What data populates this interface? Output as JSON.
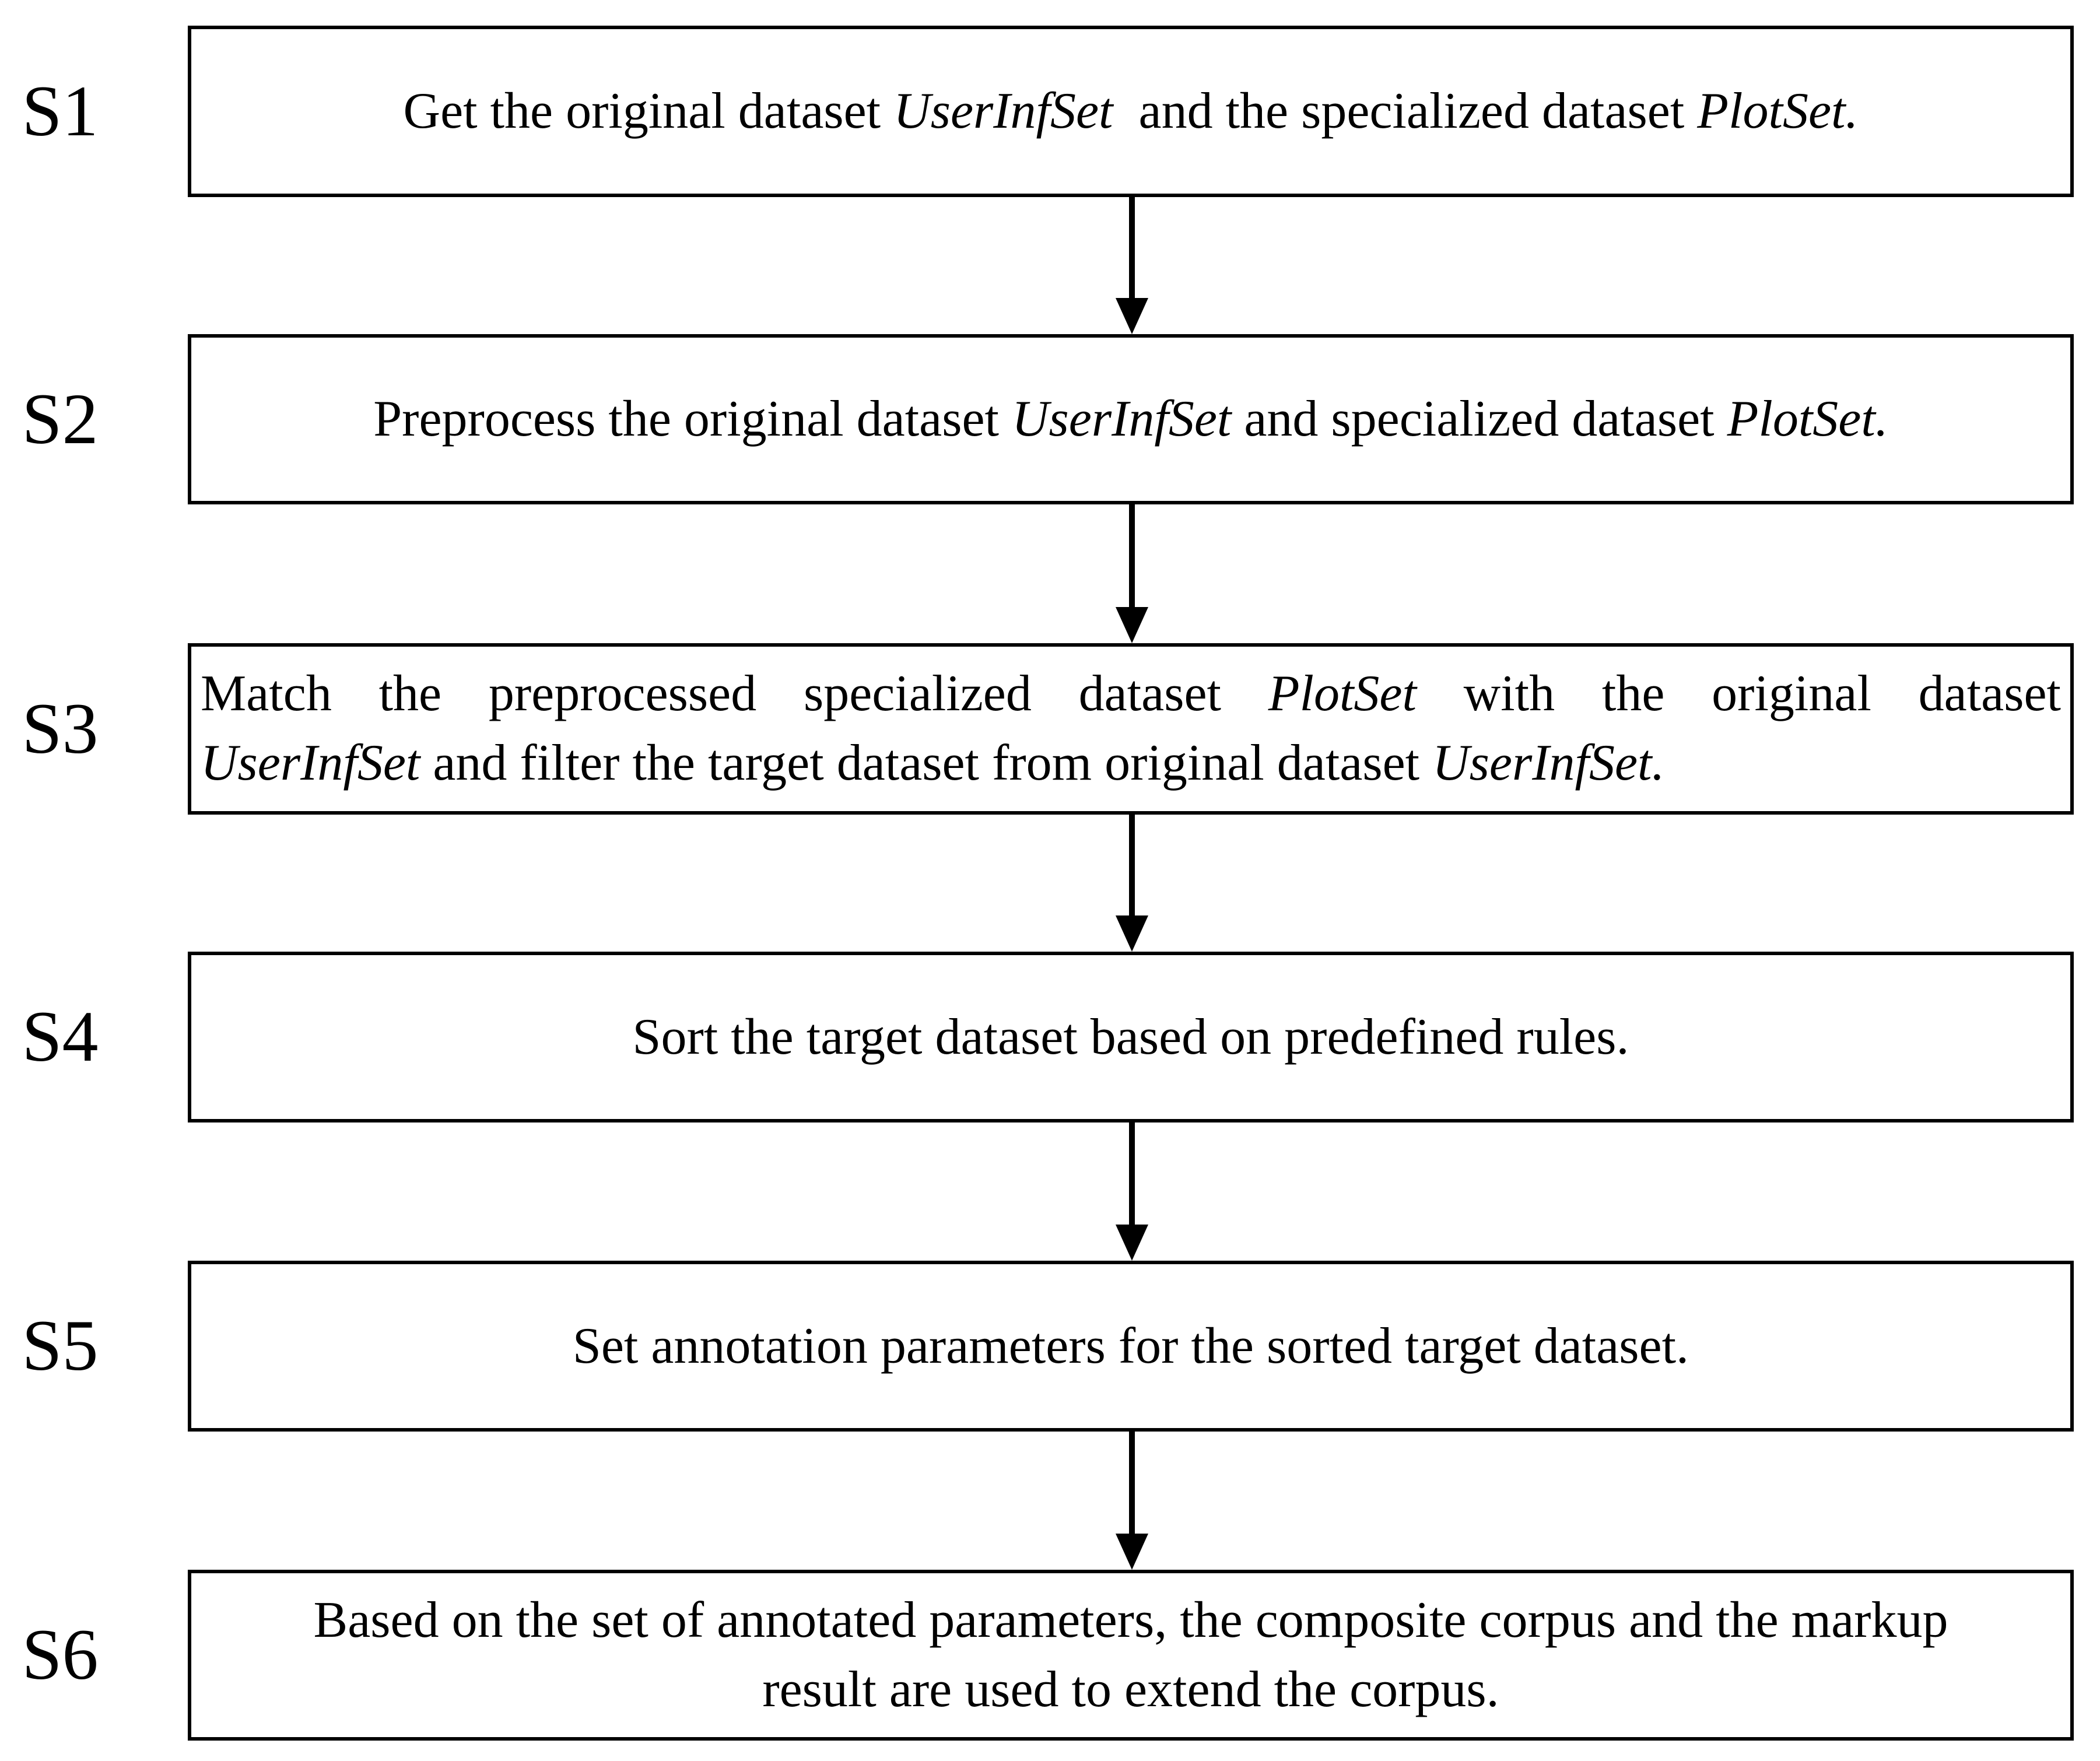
{
  "flowchart": {
    "colors": {
      "ink": "#000000",
      "background": "#ffffff"
    },
    "steps": [
      {
        "id": "S1",
        "lines": [
          {
            "segments": [
              {
                "t": "Get the original dataset "
              },
              {
                "t": "UserInfSet",
                "i": true
              },
              {
                "t": "  and the specialized dataset "
              },
              {
                "t": "PlotSet.",
                "i": true
              }
            ]
          }
        ]
      },
      {
        "id": "S2",
        "lines": [
          {
            "segments": [
              {
                "t": "Preprocess the original dataset "
              },
              {
                "t": "UserInfSet",
                "i": true
              },
              {
                "t": " and specialized dataset "
              },
              {
                "t": "PlotSet.",
                "i": true
              }
            ]
          }
        ]
      },
      {
        "id": "S3",
        "lines": [
          {
            "segments": [
              {
                "t": "Match the preprocessed specialized dataset "
              },
              {
                "t": "PlotSet",
                "i": true
              },
              {
                "t": " with the original dataset"
              }
            ]
          },
          {
            "segments": [
              {
                "t": "UserInfSet",
                "i": true
              },
              {
                "t": " and filter the target dataset from original dataset "
              },
              {
                "t": "UserInfSet.",
                "i": true
              }
            ]
          }
        ]
      },
      {
        "id": "S4",
        "lines": [
          {
            "segments": [
              {
                "t": "Sort the target dataset based on predefined rules."
              }
            ]
          }
        ]
      },
      {
        "id": "S5",
        "lines": [
          {
            "segments": [
              {
                "t": "Set annotation parameters for the sorted target dataset."
              }
            ]
          }
        ]
      },
      {
        "id": "S6",
        "lines": [
          {
            "segments": [
              {
                "t": "Based on the set of annotated parameters, the composite corpus and the markup"
              }
            ]
          },
          {
            "segments": [
              {
                "t": "result are used to extend the corpus."
              }
            ]
          }
        ]
      }
    ]
  }
}
